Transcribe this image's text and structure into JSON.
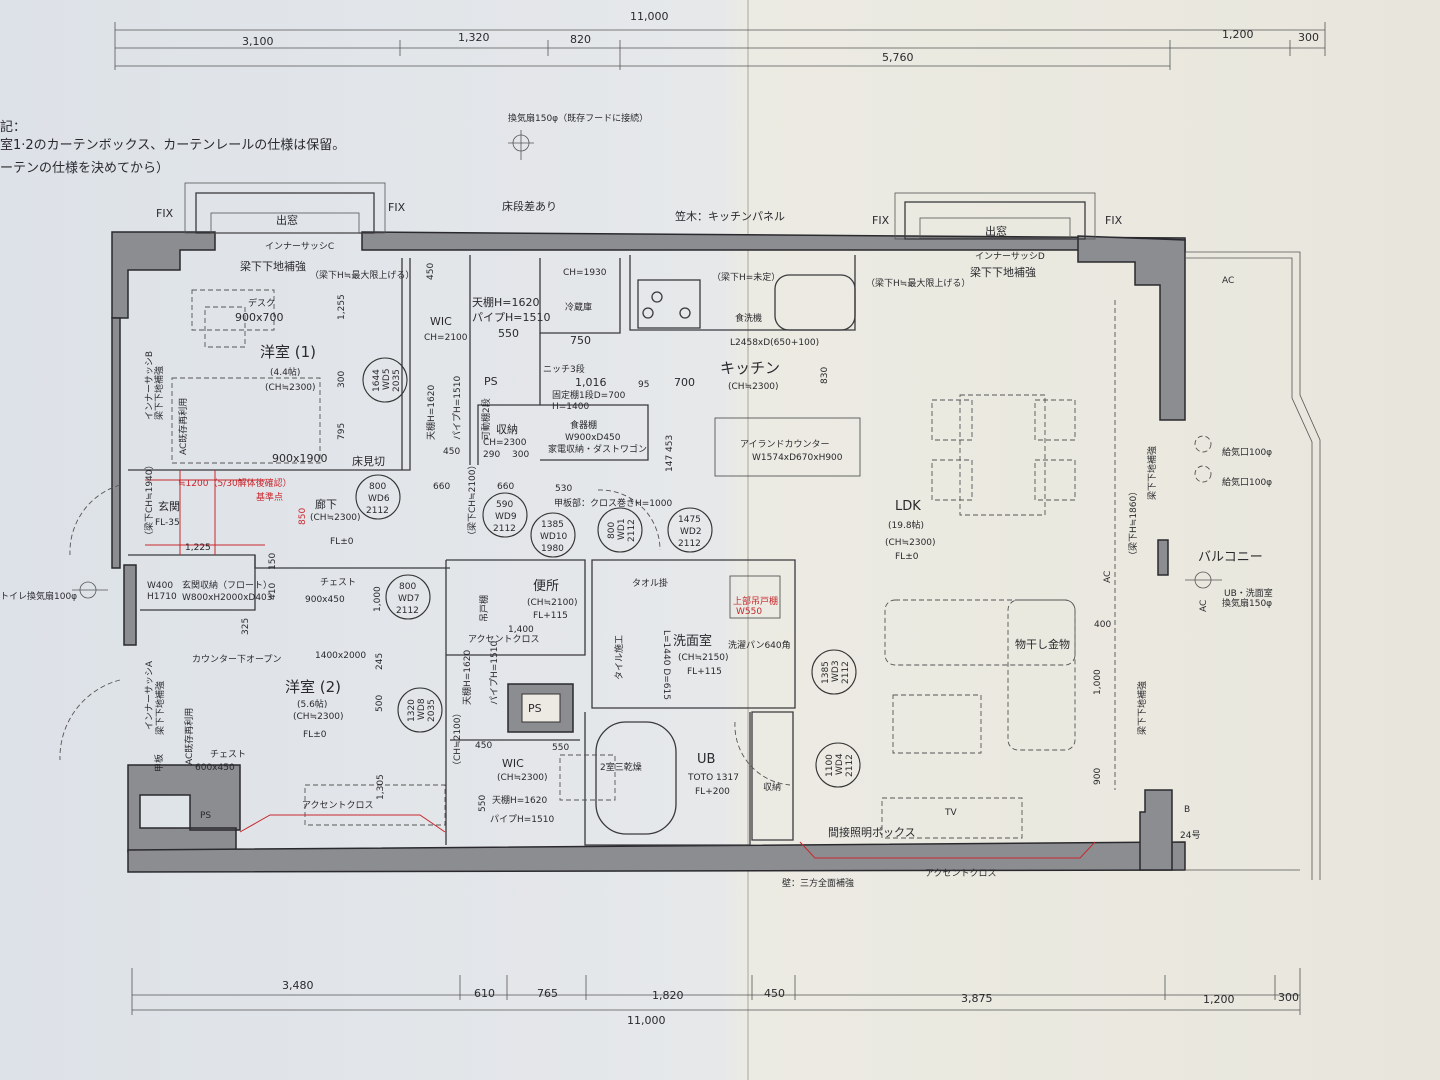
{
  "dimensions": {
    "top": [
      "11,000",
      "3,100",
      "1,320",
      "820",
      "5,760",
      "1,200",
      "300"
    ],
    "bottom": [
      "3,480",
      "610",
      "765",
      "1,820",
      "450",
      "3,875",
      "1,200",
      "300",
      "11,000"
    ]
  },
  "notes": {
    "heading": "記：",
    "line1": "室1·2のカーテンボックス、カーテンレールの仕様は保留。",
    "line2": "ーテンの仕様を決めてから）"
  },
  "labels": [
    "換気扇150φ（既存フードに接続）",
    "FIX",
    "出窓",
    "FIX",
    "インナーサッシC",
    "梁下下地補強",
    "（梁下H≒最大限上げる）",
    "デスク",
    "900x700",
    "洋室 (1)",
    "(4.4帖)",
    "(CH≒2300)",
    "1,255",
    "300",
    "795",
    "900x1900",
    "床見切",
    "インナーサッシB",
    "梁下下地補強",
    "AC既存再利用",
    "床段差あり",
    "450",
    "WIC",
    "CH=2100",
    "天棚H=1620",
    "パイプH=1510",
    "550",
    "天棚H=1620",
    "パイプH=1510",
    "450",
    "PS",
    "収納",
    "CH=2300",
    "290",
    "300",
    "可動棚2段",
    "CH=1930",
    "冷蔵庫",
    "750",
    "ニッチ3段",
    "1,016",
    "95",
    "700",
    "固定棚1段D=700",
    "H=1400",
    "食器棚",
    "W900xD450",
    "家電収納・ダストワゴン",
    "453",
    "147",
    "笠木：キッチンパネル",
    "（梁下H=未定）",
    "食洗機",
    "L2458xD(650+100)",
    "キッチン",
    "(CH≒2300)",
    "830",
    "アイランドカウンター",
    "W1574xD670xH900",
    "FIX",
    "出窓",
    "FIX",
    "インナーサッシD",
    "梁下下地補強",
    "（梁下H≒最大限上げる）",
    "AC",
    "LDK",
    "(19.8帖)",
    "(CH≒2300)",
    "FL±0",
    "梁下下地補強",
    "（梁下H≒1860）",
    "給気口100φ",
    "給気口100φ",
    "バルコニー",
    "AC",
    "UB・洗面室",
    "換気扇150φ",
    "AC",
    "物干し金物",
    "400",
    "1,000",
    "900",
    "梁下下地補強",
    "TV",
    "間接照明ボックス",
    "アクセントクロス",
    "壁：三方全面補強",
    "B",
    "24号",
    "≒1200（5/30解体後確認）",
    "基準点",
    "850",
    "玄関",
    "FL-35",
    "1,225",
    "（梁下CH≒1940）",
    "廊下",
    "(CH≒2300)",
    "FL±0",
    "660",
    "660",
    "530",
    "（梁下CH≒2100）",
    "甲板部：クロス巻きH=1000",
    "トイレ換気扇100φ",
    "W400",
    "H1710",
    "玄関収納（フロート）",
    "W800xH2000xD403",
    "410",
    "150",
    "チェスト",
    "900x450",
    "325",
    "1,000",
    "カウンター下オープン",
    "1400x2000",
    "245",
    "500",
    "洋室 (2)",
    "(5.6帖)",
    "(CH≒2300)",
    "FL±0",
    "インナーサッシA",
    "梁下下地補強",
    "AC既存再利用",
    "甲板",
    "チェスト",
    "600x450",
    "1,305",
    "アクセントクロス",
    "PS",
    "便所",
    "(CH≒2100)",
    "FL+115",
    "吊戸棚",
    "1,400",
    "アクセントクロス",
    "天棚H=1620",
    "パイプH=1510",
    "（CH≒2100）",
    "450",
    "550",
    "WIC",
    "(CH≒2300)",
    "550",
    "天棚H=1620",
    "パイプH=1510",
    "PS",
    "タオル掛",
    "L=1440 D=615",
    "タイル施工",
    "洗面室",
    "(CH≒2150)",
    "FL+115",
    "上部吊戸棚",
    "W550",
    "洗濯パン640角",
    "2室三乾燥",
    "UB",
    "TOTO 1317",
    "FL+200",
    "収納"
  ],
  "door_tags": [
    {
      "w": "1644",
      "id": "WD5",
      "h": "2035"
    },
    {
      "w": "800",
      "id": "WD6",
      "h": "2112"
    },
    {
      "w": "800",
      "id": "WD7",
      "h": "2112"
    },
    {
      "w": "1320",
      "id": "WD8",
      "h": "2035"
    },
    {
      "w": "590",
      "id": "WD9",
      "h": "2112"
    },
    {
      "w": "1385",
      "id": "WD10",
      "h": "1980"
    },
    {
      "w": "800",
      "id": "WD1",
      "h": "2112"
    },
    {
      "w": "1475",
      "id": "WD2",
      "h": "2112"
    },
    {
      "w": "1385",
      "id": "WD3",
      "h": "2112"
    },
    {
      "w": "1100",
      "id": "WD4",
      "h": "2112"
    }
  ],
  "colors": {
    "wall": "#8c8d91",
    "ink": "#2a2a2e",
    "markup_red": "#c8282e",
    "paper_left": "#e3e6ea",
    "paper_right": "#e9e7dd"
  }
}
